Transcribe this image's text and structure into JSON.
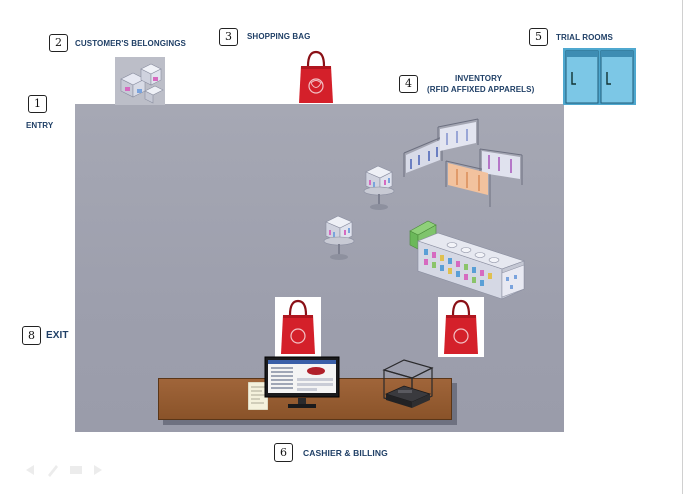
{
  "labels": {
    "entry": {
      "num": "1",
      "text": "ENTRY"
    },
    "belongings": {
      "num": "2",
      "text": "CUSTOMER'S BELONGINGS"
    },
    "bag": {
      "num": "3",
      "text": "SHOPPING BAG"
    },
    "inventory": {
      "num": "4",
      "text1": "INVENTORY",
      "text2": "(RFID AFFIXED APPARELS)"
    },
    "trial": {
      "num": "5",
      "text": "TRIAL ROOMS"
    },
    "cashier": {
      "num": "6",
      "text": "CASHIER & BILLING"
    },
    "exit": {
      "num": "8",
      "text": "EXIT"
    }
  },
  "colors": {
    "floor": "#a0a2b0",
    "bag": "#d4202a",
    "counter": "#9a5e33",
    "trial_room": "#5fb3d6"
  },
  "icons": [
    "belongings-boxes-icon",
    "shopping-bag-icon",
    "trial-rooms-icon",
    "clothing-rack-icon",
    "display-shelf-icon",
    "computer-terminal-icon",
    "rfid-reader-icon",
    "receipt-icon"
  ]
}
